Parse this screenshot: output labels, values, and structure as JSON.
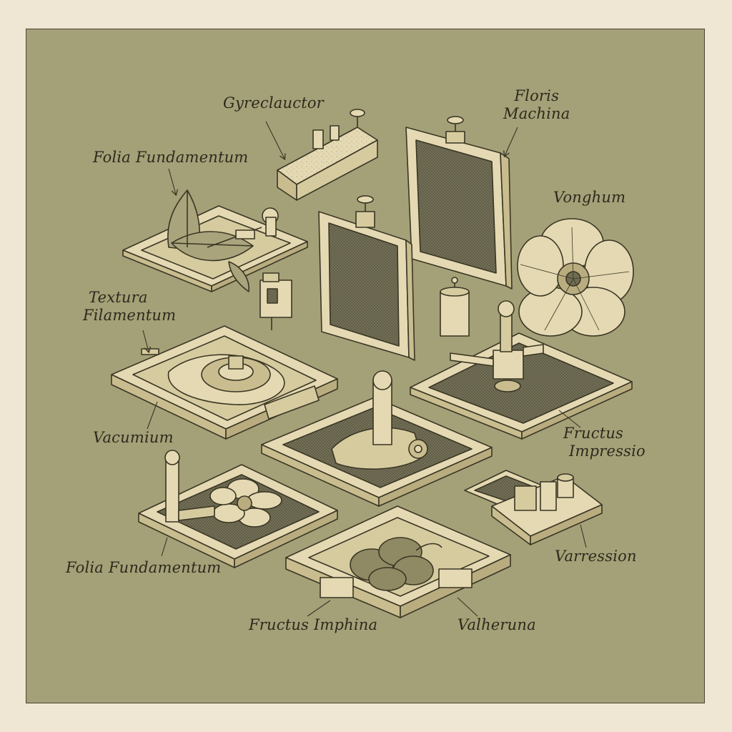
{
  "colors": {
    "paper": "#efe7d4",
    "plate": "#a4a078",
    "ink": "#3a3624",
    "cream": "#e6dcb6",
    "mesh": "#6f6c52",
    "wood_dark": "#c9bd8f"
  },
  "labels": {
    "gyreclauctor": "Gyreclauctor",
    "floris_machina_1": "Floris",
    "floris_machina_2": "Machina",
    "folia_fundamentum_top": "Folia Fundamentum",
    "vonghum": "Vonghum",
    "textura_filamentum_1": "Textura",
    "textura_filamentum_2": "Filamentum",
    "vacuumium": "Vacumium",
    "fructus_impressio_1": "Fructus",
    "fructus_impressio_2": "Impressio",
    "folia_fundamentum_bottom": "Folia Fundamentum",
    "varression": "Varression",
    "fructus_imphina": "Fructus Imphina",
    "valheruna": "Valheruna"
  }
}
